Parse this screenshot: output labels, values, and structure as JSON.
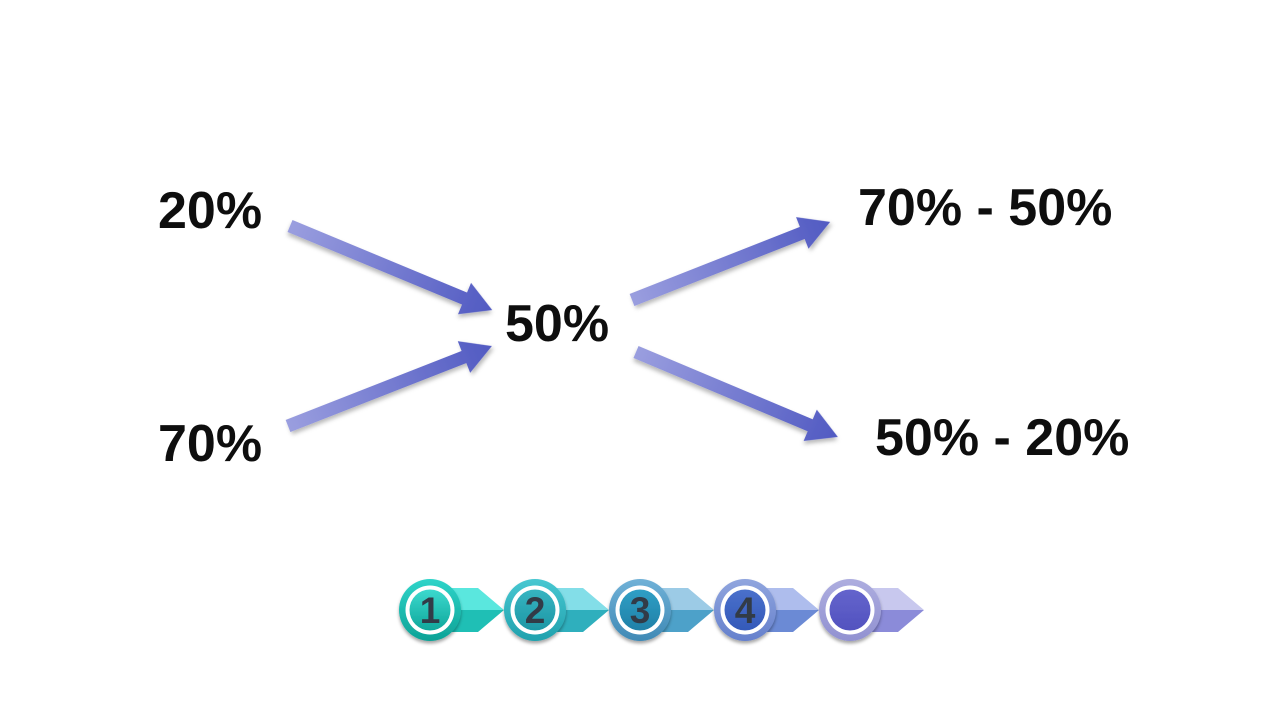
{
  "diagram": {
    "left_top_label": "20%",
    "left_bottom_label": "70%",
    "center_label": "50%",
    "right_top_label": "70% - 50%",
    "right_bottom_label": "50% - 20%",
    "text_color": "#0e0e0e",
    "arrow_gradient_start": "#9a9edf",
    "arrow_gradient_end": "#515ac2"
  },
  "pagination": {
    "number_color": "#323a46",
    "ring_color": "#ffffff",
    "items": [
      {
        "label": "1",
        "arrow_top": "#5ae7de",
        "arrow_bottom": "#1fbfb5",
        "ring_top": "#2fd4c9",
        "ring_bottom": "#0da296",
        "inner_top": "#3cd9ce",
        "inner_bottom": "#10a79b"
      },
      {
        "label": "2",
        "arrow_top": "#83dee8",
        "arrow_bottom": "#2fafbd",
        "ring_top": "#47c7d1",
        "ring_bottom": "#20a1ad",
        "inner_top": "#36b4c1",
        "inner_bottom": "#1e97a5"
      },
      {
        "label": "3",
        "arrow_top": "#9ccbe6",
        "arrow_bottom": "#4da1c9",
        "ring_top": "#70b1d7",
        "ring_bottom": "#3f89b5",
        "inner_top": "#309fc5",
        "inner_bottom": "#2080a7"
      },
      {
        "label": "4",
        "arrow_top": "#aebded",
        "arrow_bottom": "#6b8ad5",
        "ring_top": "#90a5de",
        "ring_bottom": "#6580cc",
        "inner_top": "#4a70cb",
        "inner_bottom": "#3459b9"
      },
      {
        "label": "",
        "arrow_top": "#c8c8ee",
        "arrow_bottom": "#8b8bd9",
        "ring_top": "#adaddf",
        "ring_bottom": "#9191d1",
        "inner_top": "#6464cc",
        "inner_bottom": "#5252bf"
      }
    ]
  }
}
